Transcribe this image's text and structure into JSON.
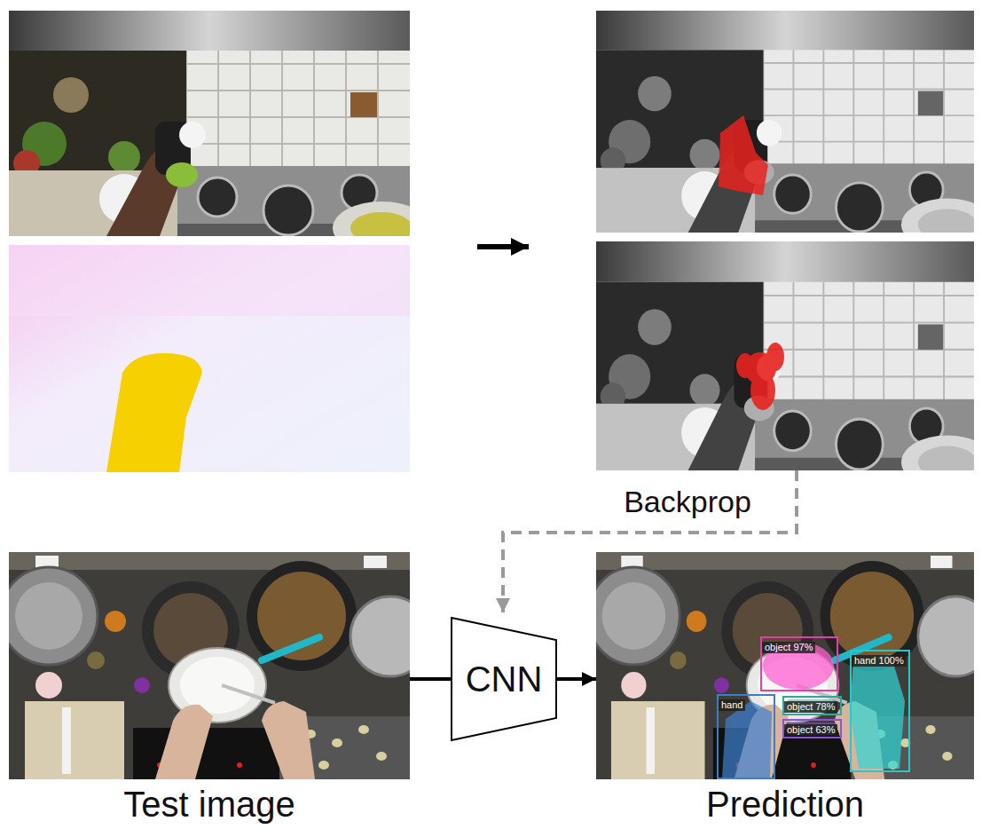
{
  "diagram": {
    "nodes": [
      {
        "text": [
          "Test image"
        ]
      },
      {
        "text": [
          "CNN"
        ]
      },
      {
        "text": [
          "Prediction"
        ]
      },
      {
        "text": [
          "object 97%"
        ],
        "in": 2
      },
      {
        "text": [
          "hand 100%"
        ],
        "in": 2
      },
      {
        "text": [
          "object 78%"
        ],
        "in": 2
      },
      {
        "text": [
          "object 63%"
        ],
        "in": 2
      },
      {
        "text": [
          "hand"
        ],
        "in": 2
      }
    ],
    "edges": [
      {
        "from": 0,
        "to": 1,
        "arrow": "none"
      },
      {
        "from": 1,
        "to": 2,
        "arrow": "to"
      }
    ],
    "labels": [
      "Backprop"
    ]
  }
}
